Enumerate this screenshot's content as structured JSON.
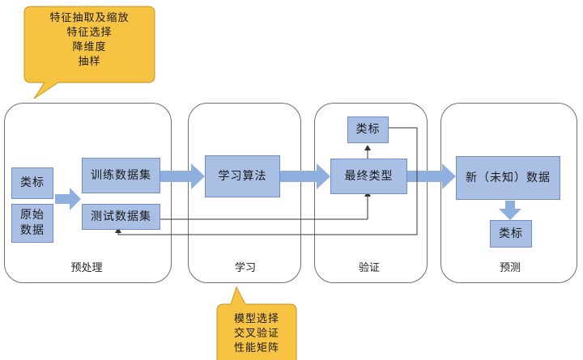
{
  "stages": {
    "preprocess": "预处理",
    "learning": "学习",
    "validation": "验证",
    "prediction": "预测"
  },
  "boxes": {
    "label_pre": "类标",
    "raw_data": "原始\n数据",
    "train_set": "训练数据集",
    "test_set": "测试数据集",
    "learning_algo": "学习算法",
    "final_model": "最终类型",
    "label_val": "类标",
    "new_data": "新（未知）数据",
    "label_pred": "类标"
  },
  "callouts": {
    "top": [
      "特征抽取及缩放",
      "特征选择",
      "降维度",
      "抽样"
    ],
    "bottom": [
      "模型选择",
      "交叉验证",
      "性能矩阵"
    ]
  },
  "colors": {
    "box_fill": "#a9bfe3",
    "box_border": "#6f8dc6",
    "callout_fill": "#f6c343",
    "arrow": "#8fb0df"
  }
}
